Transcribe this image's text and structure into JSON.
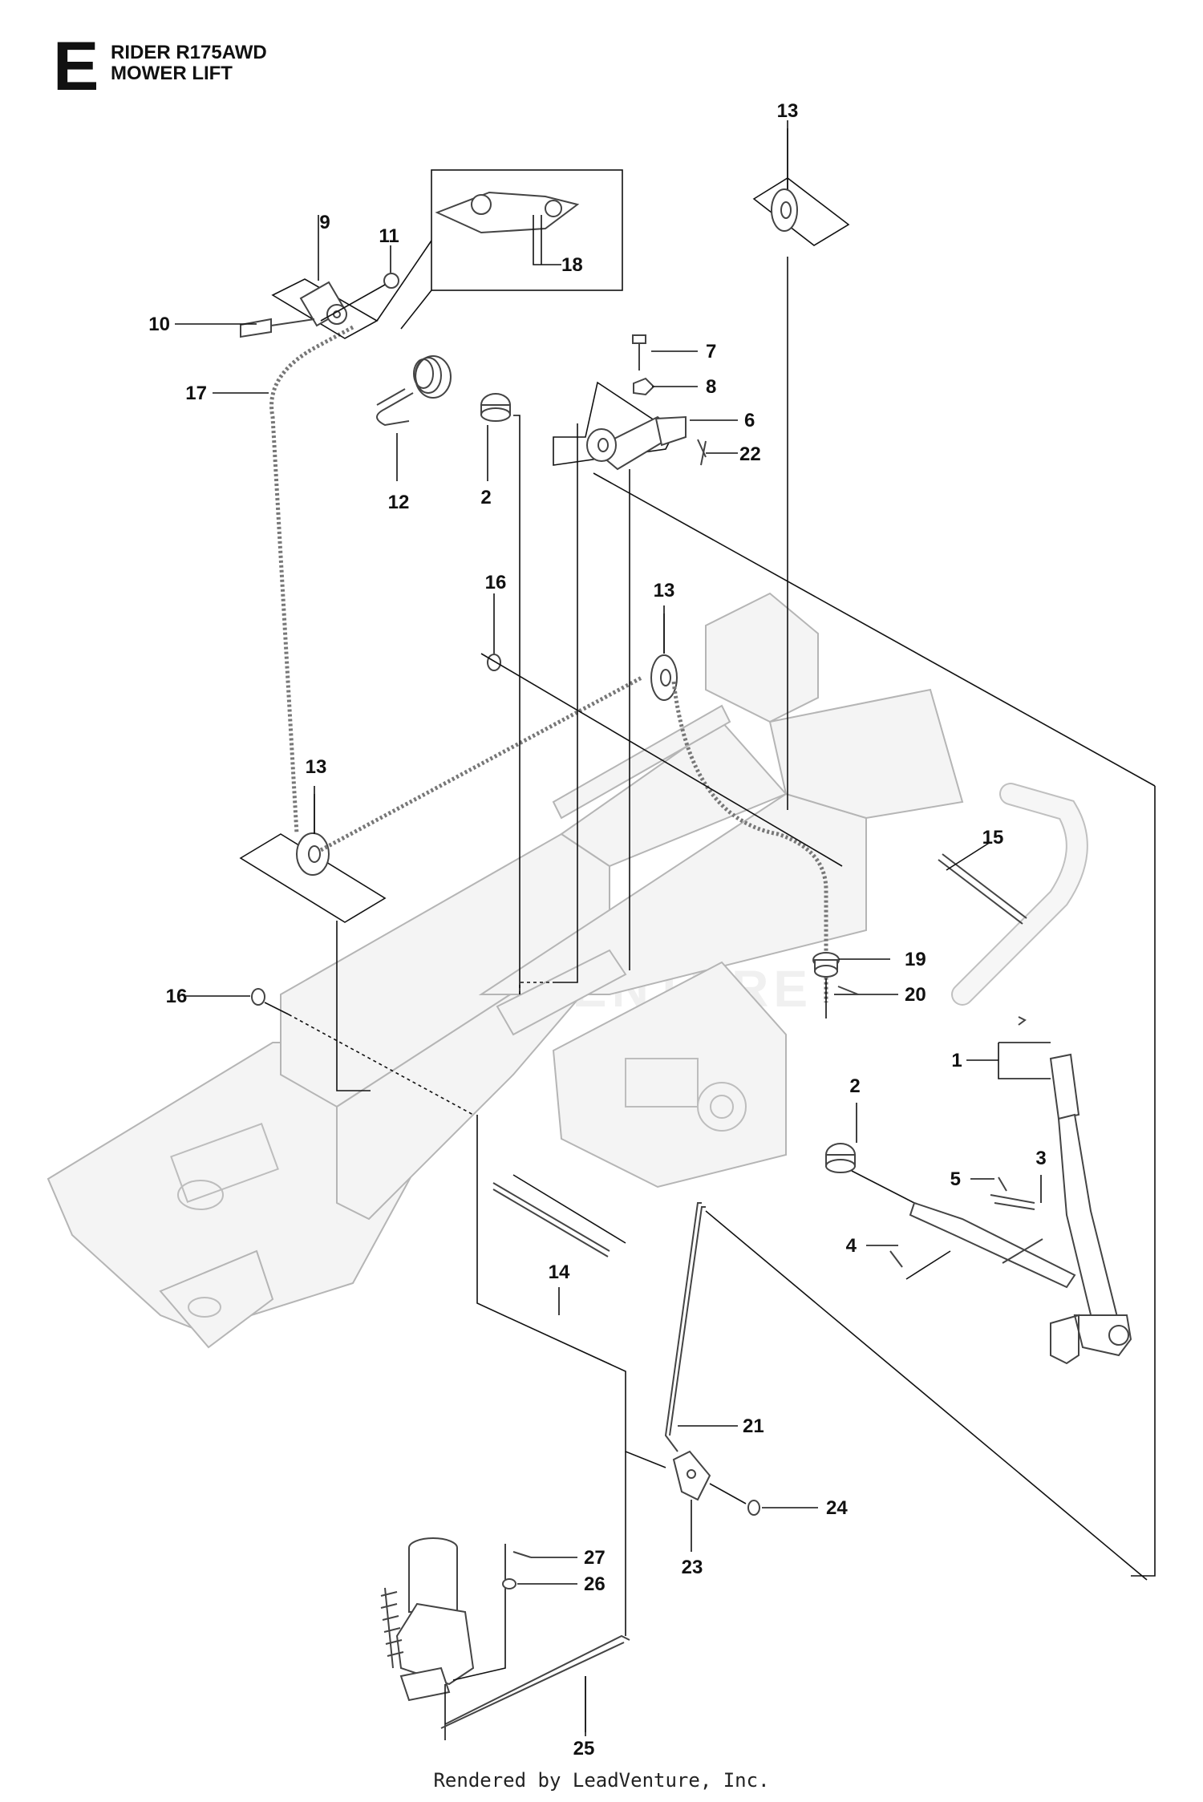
{
  "header": {
    "section": "E",
    "model": "RIDER R175AWD",
    "group": "MOWER LIFT"
  },
  "watermark": "LEADVENTURE",
  "footer": "Rendered by LeadVenture, Inc.",
  "callouts": {
    "c1": "1",
    "c2a": "2",
    "c2b": "2",
    "c3": "3",
    "c4": "4",
    "c5": "5",
    "c6": "6",
    "c7": "7",
    "c8": "8",
    "c9": "9",
    "c10": "10",
    "c11": "11",
    "c12": "12",
    "c13a": "13",
    "c13b": "13",
    "c13c": "13",
    "c14": "14",
    "c15": "15",
    "c16a": "16",
    "c16b": "16",
    "c17": "17",
    "c18": "18",
    "c19": "19",
    "c20": "20",
    "c21": "21",
    "c22": "22",
    "c23": "23",
    "c24": "24",
    "c25": "25",
    "c26": "26",
    "c27": "27"
  }
}
